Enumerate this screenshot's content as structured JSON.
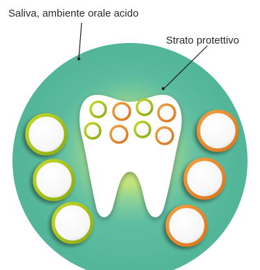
{
  "labels": {
    "saliva": "Saliva, ambiente orale acido",
    "protective_layer": "Strato protettivo"
  },
  "colors": {
    "background_circle": "#5fc0a5",
    "background_circle_edge": "#4fb596",
    "glow": "#e6f07a",
    "tooth": "#ffffff",
    "ring_green": "#a8c21c",
    "ring_orange": "#e8892c",
    "leader_line": "#1a1a1a"
  },
  "tooth_particles": [
    {
      "color": "green"
    },
    {
      "color": "orange"
    },
    {
      "color": "green"
    },
    {
      "color": "orange"
    },
    {
      "color": "green"
    },
    {
      "color": "orange"
    },
    {
      "color": "green"
    },
    {
      "color": "orange"
    }
  ],
  "outer_balls_left": [
    {
      "color": "green"
    },
    {
      "color": "green"
    },
    {
      "color": "green"
    }
  ],
  "outer_balls_right": [
    {
      "color": "orange"
    },
    {
      "color": "orange"
    },
    {
      "color": "orange"
    }
  ]
}
